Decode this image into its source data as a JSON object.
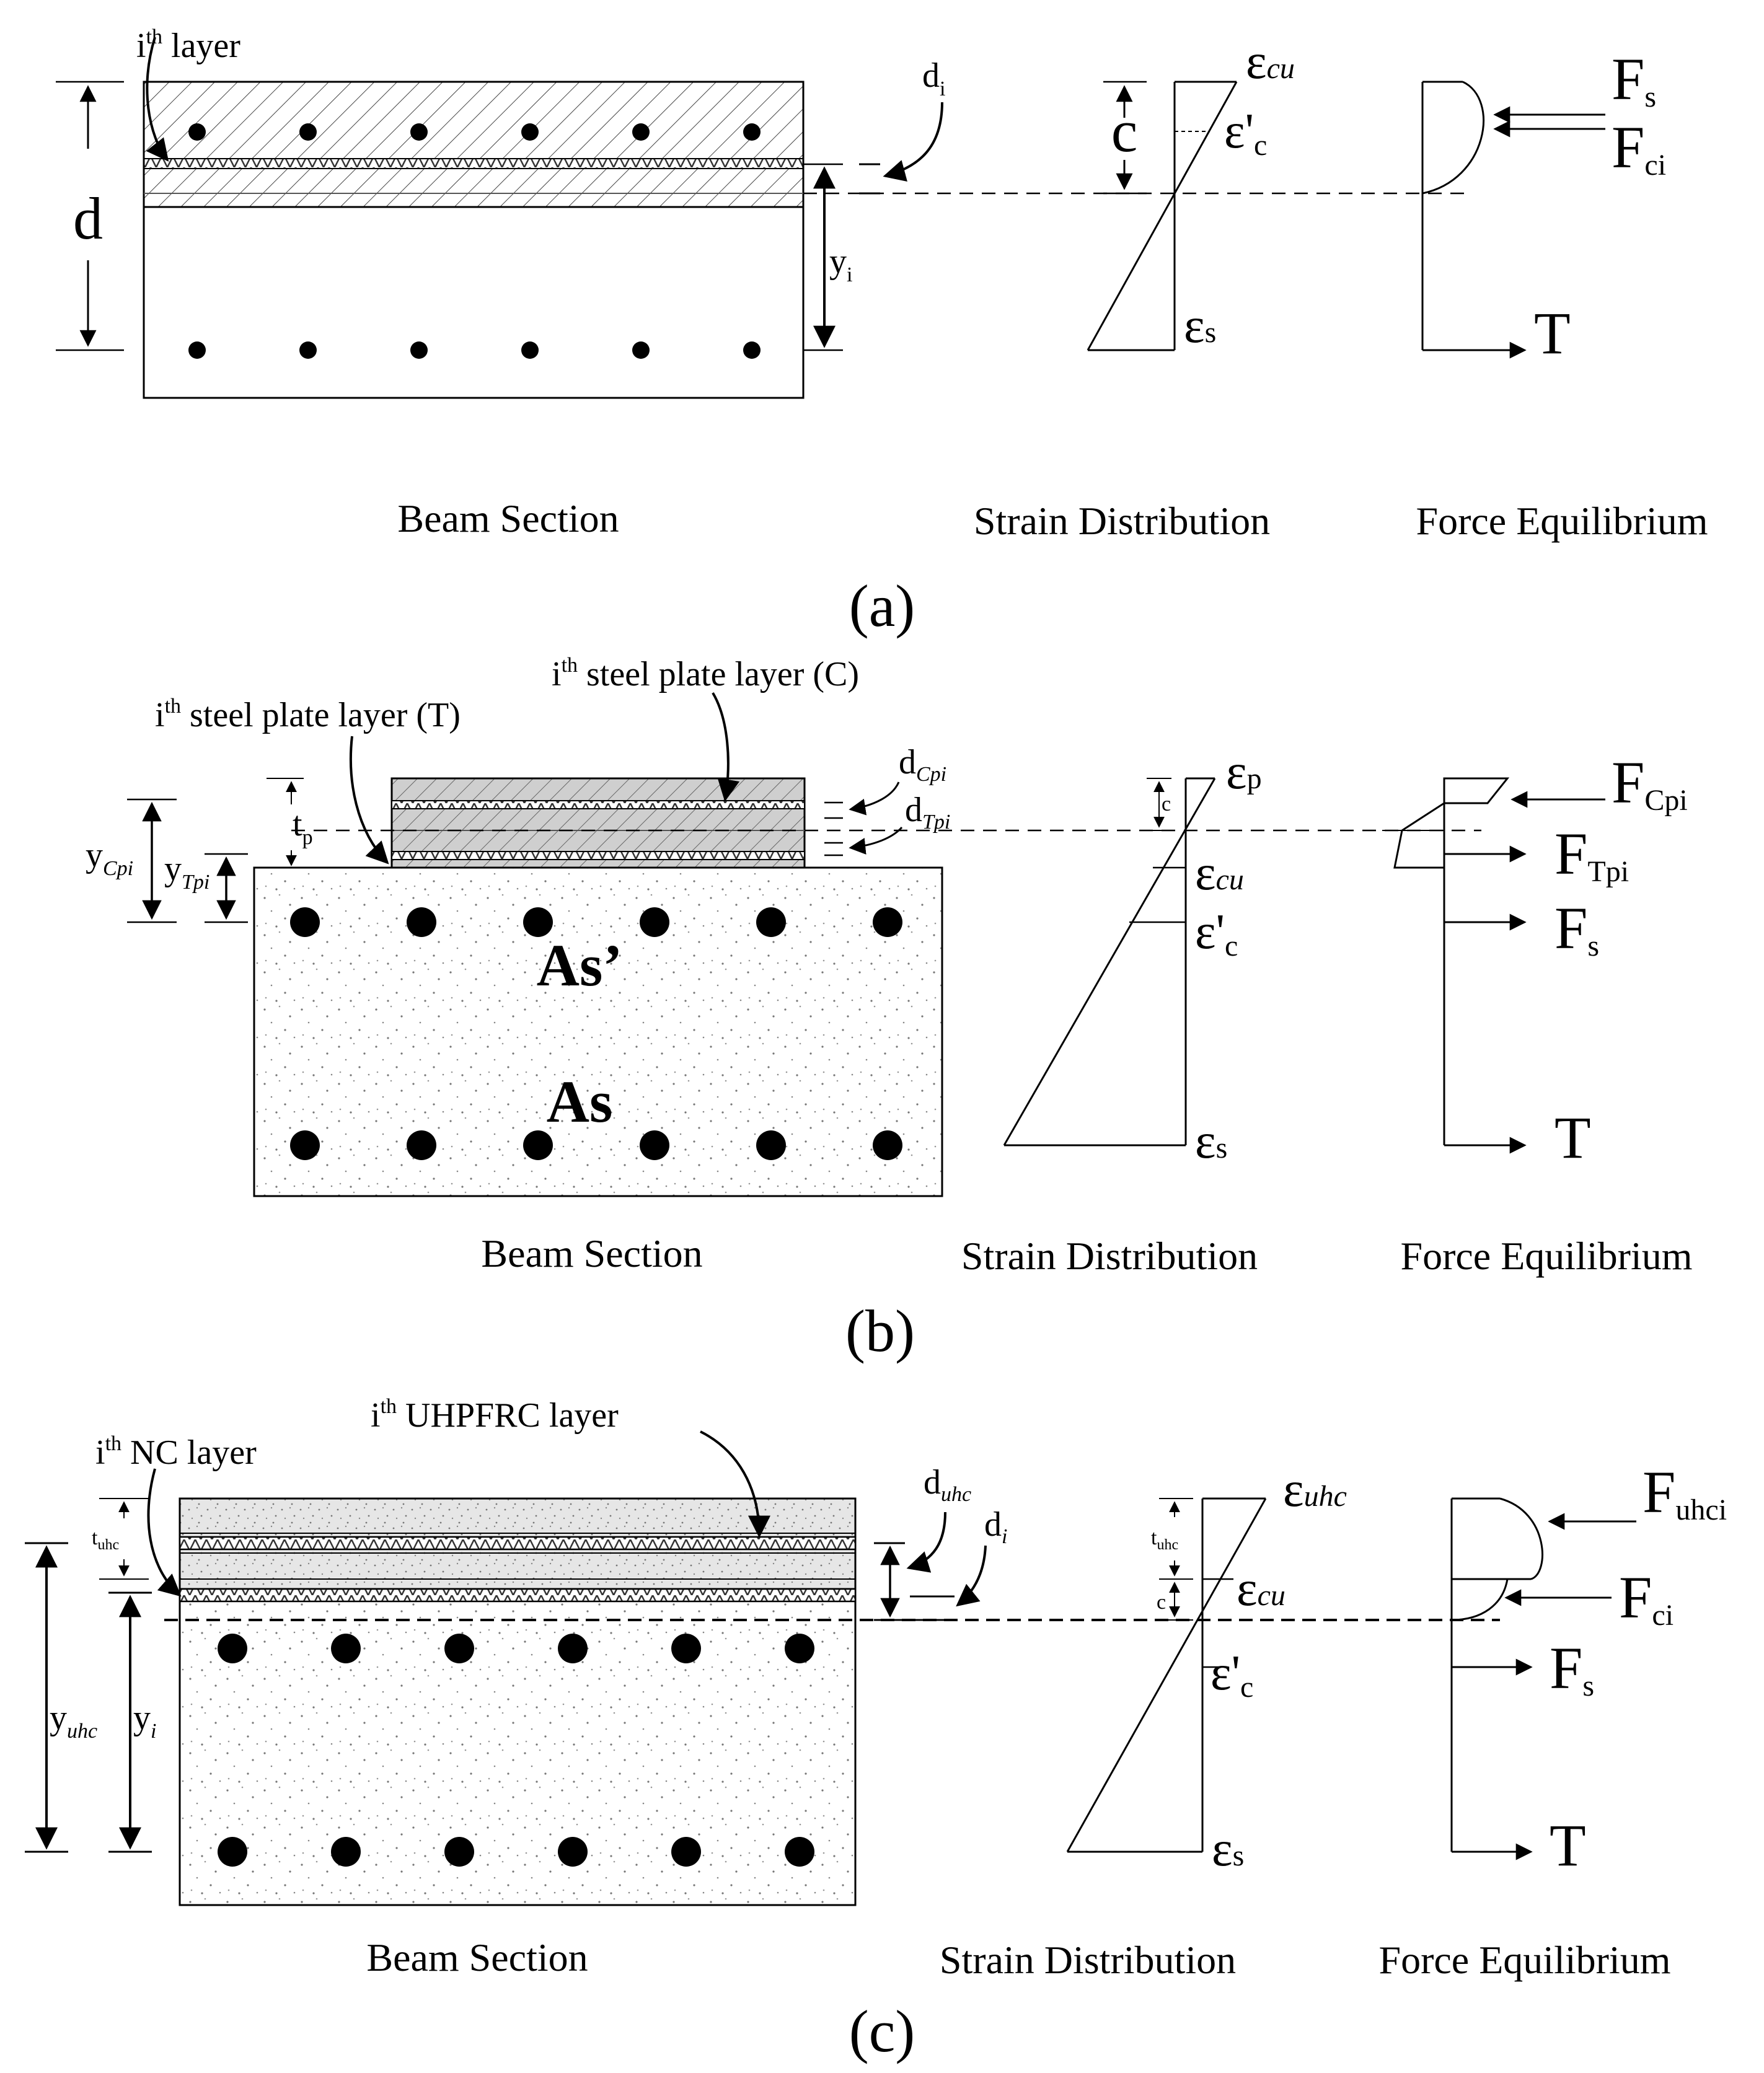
{
  "panels": {
    "a": {
      "tag": "(a)",
      "beam_caption": "Beam Section",
      "strain_caption": "Strain Distribution",
      "force_caption": "Force Equilibrium",
      "layer_label": "i",
      "layer_label_sup": "th",
      "layer_label_rest": " layer",
      "d": "d",
      "di": "d",
      "di_sub": "i",
      "yi": "y",
      "yi_sub": "i",
      "c": "c",
      "eps": "ε",
      "eps_cu_sub": "cu",
      "eps_c_prime": "ε'",
      "eps_c_sub": "c",
      "eps_s_sub": "s",
      "Fs": "F",
      "Fs_sub": "s",
      "Fci": "F",
      "Fci_sub": "ci",
      "T": "T"
    },
    "b": {
      "tag": "(b)",
      "beam_caption": "Beam Section",
      "strain_caption": "Strain Distribution",
      "force_caption": "Force Equilibrium",
      "plate_c_i": "i",
      "plate_c_sup": "th",
      "plate_c_rest": " steel plate layer (C)",
      "plate_t_i": "i",
      "plate_t_sup": "th",
      "plate_t_rest": " steel plate layer (T)",
      "dCpi": "d",
      "dCpi_sub": "Cpi",
      "dTpi": "d",
      "dTpi_sub": "Tpi",
      "tp": "t",
      "tp_sub": "p",
      "yCpi": "y",
      "yCpi_sub": "Cpi",
      "yTpi": "y",
      "yTpi_sub": "Tpi",
      "As_prime": "As’",
      "As": "As",
      "c": "c",
      "eps": "ε",
      "eps_p_sub": "p",
      "eps_cu_sub": "cu",
      "eps_c_prime": "ε'",
      "eps_c_sub": "c",
      "eps_s_sub": "s",
      "FCpi": "F",
      "FCpi_sub": "Cpi",
      "FTpi": "F",
      "FTpi_sub": "Tpi",
      "Fs": "F",
      "Fs_sub": "s",
      "T": "T"
    },
    "c": {
      "tag": "(c)",
      "beam_caption": "Beam Section",
      "strain_caption": "Strain Distribution",
      "force_caption": "Force Equilibrium",
      "uhpfrc_i": "i",
      "uhpfrc_sup": "th",
      "uhpfrc_rest": " UHPFRC layer",
      "nc_i": "i",
      "nc_sup": "th",
      "nc_rest": " NC layer",
      "duhc": "d",
      "duhc_sub": "uhc",
      "di": "d",
      "di_sub": "i",
      "tuhc": "t",
      "tuhc_sub": "uhc",
      "yuhc": "y",
      "yuhc_sub": "uhc",
      "yi": "y",
      "yi_sub": "i",
      "c": "c",
      "eps": "ε",
      "eps_uhc_sub": "uhc",
      "eps_cu_sub": "cu",
      "eps_c_prime": "ε'",
      "eps_c_sub": "c",
      "eps_s_sub": "s",
      "Fuhci": "F",
      "Fuhci_sub": "uhci",
      "Fci": "F",
      "Fci_sub": "ci",
      "Fs": "F",
      "Fs_sub": "s",
      "T": "T"
    }
  }
}
